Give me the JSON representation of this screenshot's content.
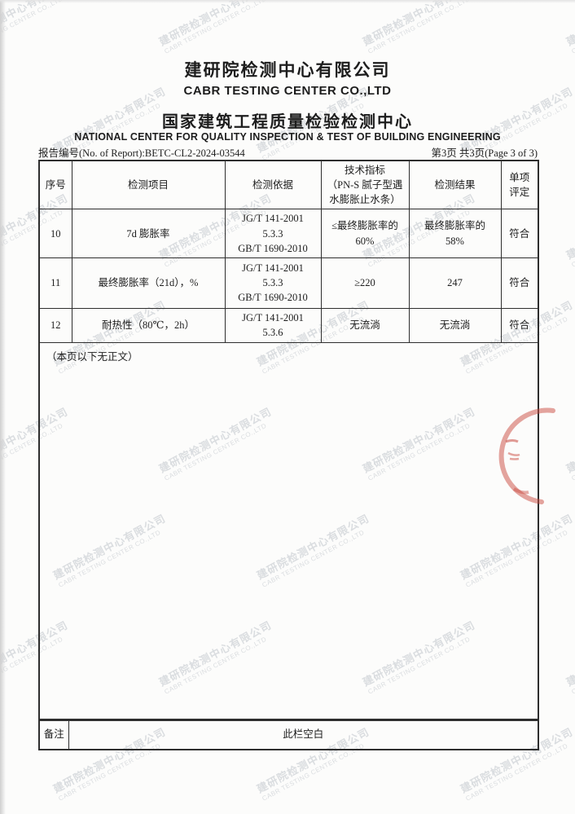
{
  "header": {
    "company_cn": "建研院检测中心有限公司",
    "company_en": "CABR TESTING CENTER CO.,LTD",
    "center_cn": "国家建筑工程质量检验检测中心",
    "center_en": "NATIONAL CENTER FOR QUALITY INSPECTION & TEST OF BUILDING ENGINEERING",
    "report_no": "报告编号(No. of Report):BETC-CL2-2024-03544",
    "page_info": "第3页 共3页(Page 3 of 3)"
  },
  "table": {
    "headers": {
      "no": "序号",
      "item": "检测项目",
      "basis": "检测依据",
      "spec": "技术指标\n（PN-S 腻子型遇\n水膨胀止水条）",
      "result": "检测结果",
      "verdict": "单项\n评定"
    },
    "rows": [
      {
        "no": "10",
        "item": "7d 膨胀率",
        "basis": "JG/T 141-2001\n5.3.3\nGB/T 1690-2010",
        "spec": "≤最终膨胀率的\n60%",
        "result": "最终膨胀率的\n58%",
        "verdict": "符合"
      },
      {
        "no": "11",
        "item": "最终膨胀率（21d），%",
        "basis": "JG/T 141-2001\n5.3.3\nGB/T 1690-2010",
        "spec": "≥220",
        "result": "247",
        "verdict": "符合"
      },
      {
        "no": "12",
        "item": "耐热性（80℃，2h）",
        "basis": "JG/T 141-2001\n5.3.6",
        "spec": "无流淌",
        "result": "无流淌",
        "verdict": "符合"
      }
    ],
    "end_note": "（本页以下无正文）",
    "remarks_label": "备注",
    "remarks_value": "此栏空白"
  },
  "watermark": {
    "line1": "建研院检测中心有限公司",
    "line2": "CABR TESTING CENTER CO.,LTD",
    "color": "#bfc4ca"
  },
  "stamp": {
    "color": "#c9493f"
  }
}
